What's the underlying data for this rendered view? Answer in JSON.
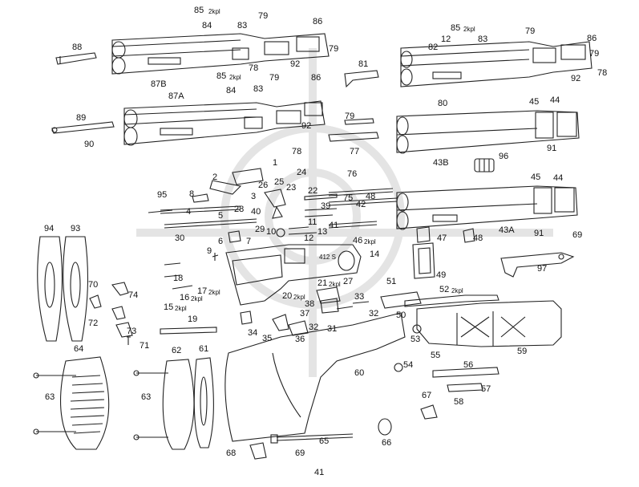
{
  "page_number": "41",
  "labels": [
    {
      "id": "85a",
      "text": "85"
    },
    {
      "id": "2kpl_a",
      "text": "2kpl"
    },
    {
      "id": "84a",
      "text": "84"
    },
    {
      "id": "83a",
      "text": "83"
    },
    {
      "id": "79a",
      "text": "79"
    },
    {
      "id": "86a",
      "text": "86"
    },
    {
      "id": "88",
      "text": "88"
    },
    {
      "id": "79b",
      "text": "79"
    },
    {
      "id": "78a",
      "text": "78"
    },
    {
      "id": "92a",
      "text": "92"
    },
    {
      "id": "87b",
      "text": "87B"
    },
    {
      "id": "81",
      "text": "81"
    },
    {
      "id": "85b",
      "text": "85"
    },
    {
      "id": "2kpl_b",
      "text": "2kpl"
    },
    {
      "id": "84b",
      "text": "84"
    },
    {
      "id": "83b",
      "text": "83"
    },
    {
      "id": "79c",
      "text": "79"
    },
    {
      "id": "86b",
      "text": "86"
    },
    {
      "id": "87a",
      "text": "87A"
    },
    {
      "id": "89",
      "text": "89"
    },
    {
      "id": "90",
      "text": "90"
    },
    {
      "id": "79d",
      "text": "79"
    },
    {
      "id": "92b",
      "text": "92"
    },
    {
      "id": "78b",
      "text": "78"
    },
    {
      "id": "77",
      "text": "77"
    },
    {
      "id": "85c",
      "text": "85"
    },
    {
      "id": "2kpl_c",
      "text": "2kpl"
    },
    {
      "id": "12a",
      "text": "12"
    },
    {
      "id": "83c",
      "text": "83"
    },
    {
      "id": "82",
      "text": "82"
    },
    {
      "id": "79e",
      "text": "79"
    },
    {
      "id": "86c",
      "text": "86"
    },
    {
      "id": "79f",
      "text": "79"
    },
    {
      "id": "92c",
      "text": "92"
    },
    {
      "id": "78c",
      "text": "78"
    },
    {
      "id": "80",
      "text": "80"
    },
    {
      "id": "45a",
      "text": "45"
    },
    {
      "id": "44a",
      "text": "44"
    },
    {
      "id": "91a",
      "text": "91"
    },
    {
      "id": "43b",
      "text": "43B"
    },
    {
      "id": "96",
      "text": "96"
    },
    {
      "id": "45b",
      "text": "45"
    },
    {
      "id": "44b",
      "text": "44"
    },
    {
      "id": "1",
      "text": "1"
    },
    {
      "id": "2",
      "text": "2"
    },
    {
      "id": "26",
      "text": "26"
    },
    {
      "id": "25",
      "text": "25"
    },
    {
      "id": "24",
      "text": "24"
    },
    {
      "id": "23",
      "text": "23"
    },
    {
      "id": "22",
      "text": "22"
    },
    {
      "id": "76",
      "text": "76"
    },
    {
      "id": "75",
      "text": "75"
    },
    {
      "id": "48a",
      "text": "48"
    },
    {
      "id": "42",
      "text": "42"
    },
    {
      "id": "95",
      "text": "95"
    },
    {
      "id": "8",
      "text": "8"
    },
    {
      "id": "3",
      "text": "3"
    },
    {
      "id": "4",
      "text": "4"
    },
    {
      "id": "5",
      "text": "5"
    },
    {
      "id": "28",
      "text": "28"
    },
    {
      "id": "40",
      "text": "40"
    },
    {
      "id": "39",
      "text": "39"
    },
    {
      "id": "11",
      "text": "11"
    },
    {
      "id": "41",
      "text": "41"
    },
    {
      "id": "29",
      "text": "29"
    },
    {
      "id": "13",
      "text": "13"
    },
    {
      "id": "10",
      "text": "10"
    },
    {
      "id": "12b",
      "text": "12"
    },
    {
      "id": "46",
      "text": "46"
    },
    {
      "id": "2kpl_d",
      "text": "2kpl"
    },
    {
      "id": "47",
      "text": "47"
    },
    {
      "id": "48b",
      "text": "48"
    },
    {
      "id": "43a",
      "text": "43A"
    },
    {
      "id": "91b",
      "text": "91"
    },
    {
      "id": "69a",
      "text": "69"
    },
    {
      "id": "30",
      "text": "30"
    },
    {
      "id": "6",
      "text": "6"
    },
    {
      "id": "7",
      "text": "7"
    },
    {
      "id": "9",
      "text": "9"
    },
    {
      "id": "14",
      "text": "14"
    },
    {
      "id": "94",
      "text": "94"
    },
    {
      "id": "93",
      "text": "93"
    },
    {
      "id": "97",
      "text": "97"
    },
    {
      "id": "49",
      "text": "49"
    },
    {
      "id": "18",
      "text": "18"
    },
    {
      "id": "16",
      "text": "16"
    },
    {
      "id": "2kpl_e",
      "text": "2kpl"
    },
    {
      "id": "17",
      "text": "17"
    },
    {
      "id": "2kpl_f",
      "text": "2kpl"
    },
    {
      "id": "21",
      "text": "21"
    },
    {
      "id": "2kpl_g",
      "text": "2kpl"
    },
    {
      "id": "27",
      "text": "27"
    },
    {
      "id": "51",
      "text": "51"
    },
    {
      "id": "52",
      "text": "52"
    },
    {
      "id": "2kpl_h",
      "text": "2kpl"
    },
    {
      "id": "70",
      "text": "70"
    },
    {
      "id": "74",
      "text": "74"
    },
    {
      "id": "20",
      "text": "20"
    },
    {
      "id": "2kpl_i",
      "text": "2kpl"
    },
    {
      "id": "38",
      "text": "38"
    },
    {
      "id": "33",
      "text": "33"
    },
    {
      "id": "15",
      "text": "15"
    },
    {
      "id": "2kpl_j",
      "text": "2kpl"
    },
    {
      "id": "37",
      "text": "37"
    },
    {
      "id": "50",
      "text": "50"
    },
    {
      "id": "32a",
      "text": "32"
    },
    {
      "id": "72",
      "text": "72"
    },
    {
      "id": "19",
      "text": "19"
    },
    {
      "id": "32b",
      "text": "32"
    },
    {
      "id": "31",
      "text": "31"
    },
    {
      "id": "73",
      "text": "73"
    },
    {
      "id": "34",
      "text": "34"
    },
    {
      "id": "35",
      "text": "35"
    },
    {
      "id": "36",
      "text": "36"
    },
    {
      "id": "53",
      "text": "53"
    },
    {
      "id": "71",
      "text": "71"
    },
    {
      "id": "59",
      "text": "59"
    },
    {
      "id": "64",
      "text": "64"
    },
    {
      "id": "62",
      "text": "62"
    },
    {
      "id": "61",
      "text": "61"
    },
    {
      "id": "55",
      "text": "55"
    },
    {
      "id": "60",
      "text": "60"
    },
    {
      "id": "54",
      "text": "54"
    },
    {
      "id": "56",
      "text": "56"
    },
    {
      "id": "63a",
      "text": "63"
    },
    {
      "id": "63b",
      "text": "63"
    },
    {
      "id": "57",
      "text": "57"
    },
    {
      "id": "67",
      "text": "67"
    },
    {
      "id": "58",
      "text": "58"
    },
    {
      "id": "65",
      "text": "65"
    },
    {
      "id": "66",
      "text": "66"
    },
    {
      "id": "68",
      "text": "68"
    },
    {
      "id": "69b",
      "text": "69"
    },
    {
      "id": "412",
      "text": "412 S"
    }
  ]
}
